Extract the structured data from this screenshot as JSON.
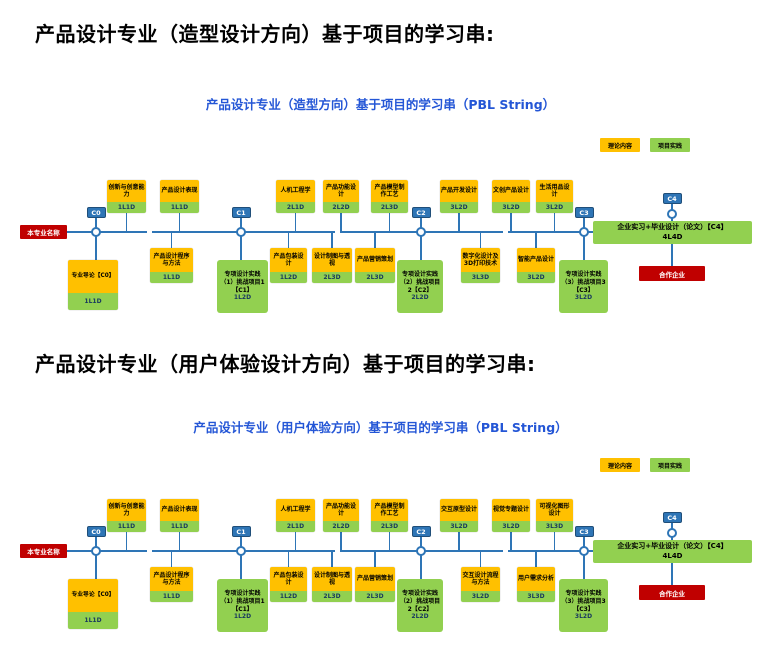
{
  "legend": {
    "theory": "理论内容",
    "practice": "项目实践"
  },
  "colors": {
    "theory_orange": "#FFC000",
    "practice_green": "#92D050",
    "line_blue": "#2E75B6",
    "accent_red": "#C00000",
    "subtitle_blue": "#2456D6"
  },
  "diagrams": [
    {
      "heading": "产品设计专业（造型设计方向）基于项目的学习串:",
      "subtitle": "产品设计专业（造型方向）基于项目的学习串（PBL String）",
      "left_label": "本专业名称",
      "nodes": [
        "C0",
        "C1",
        "C2",
        "C3",
        "C4"
      ],
      "top_courses": [
        {
          "title": "创新与创意能力",
          "value": "1L1D"
        },
        {
          "title": "产品设计表现",
          "value": "1L1D"
        },
        {
          "title": "人机工程学",
          "value": "2L1D"
        },
        {
          "title": "产品功能设计",
          "value": "2L2D"
        },
        {
          "title": "产品模型制作工艺",
          "value": "2L3D"
        },
        {
          "title": "产品开发设计",
          "value": "3L2D"
        },
        {
          "title": "文创产品设计",
          "value": "3L2D"
        },
        {
          "title": "生活用品设计",
          "value": "3L2D"
        }
      ],
      "bottom_courses": [
        {
          "title": "产品设计程序与方法",
          "value": "1L1D"
        },
        {
          "title": "产品包装设计",
          "value": "1L2D"
        },
        {
          "title": "设计制图与透视",
          "value": "2L3D"
        },
        {
          "title": "产品营销策划",
          "value": "2L3D"
        },
        {
          "title": "数字化设计及3D打印技术",
          "value": "3L3D"
        },
        {
          "title": "智能产品设计",
          "value": "3L2D"
        }
      ],
      "intro": {
        "title": "专业导论【C0】",
        "value": "1L1D"
      },
      "practices": [
        {
          "title": "专项设计实践（1）挑战项目1【C1】",
          "value": "1L2D"
        },
        {
          "title": "专项设计实践（2）挑战项目2【C2】",
          "value": "2L2D"
        },
        {
          "title": "专项设计实践（3）挑战项目3【C3】",
          "value": "3L2D"
        }
      ],
      "internship": {
        "title": "企业实习+毕业设计（论文）【C4】",
        "value": "4L4D"
      },
      "partner": "合作企业"
    },
    {
      "heading": "产品设计专业（用户体验设计方向）基于项目的学习串:",
      "subtitle": "产品设计专业（用户体验方向）基于项目的学习串（PBL String）",
      "left_label": "本专业名称",
      "nodes": [
        "C0",
        "C1",
        "C2",
        "C3",
        "C4"
      ],
      "top_courses": [
        {
          "title": "创新与创意能力",
          "value": "1L1D"
        },
        {
          "title": "产品设计表现",
          "value": "1L1D"
        },
        {
          "title": "人机工程学",
          "value": "2L1D"
        },
        {
          "title": "产品功能设计",
          "value": "2L2D"
        },
        {
          "title": "产品模型制作工艺",
          "value": "2L3D"
        },
        {
          "title": "交互原型设计",
          "value": "3L2D"
        },
        {
          "title": "视觉专题设计",
          "value": "3L2D"
        },
        {
          "title": "可视化图形设计",
          "value": "3L3D"
        }
      ],
      "bottom_courses": [
        {
          "title": "产品设计程序与方法",
          "value": "1L1D"
        },
        {
          "title": "产品包装设计",
          "value": "1L2D"
        },
        {
          "title": "设计制图与透视",
          "value": "2L3D"
        },
        {
          "title": "产品营销策划",
          "value": "2L3D"
        },
        {
          "title": "交互设计流程与方法",
          "value": "3L2D"
        },
        {
          "title": "用户需求分析",
          "value": "3L3D"
        }
      ],
      "intro": {
        "title": "专业导论【C0】",
        "value": "1L1D"
      },
      "practices": [
        {
          "title": "专项设计实践（1）挑战项目1【C1】",
          "value": "1L2D"
        },
        {
          "title": "专项设计实践（2）挑战项目2【C2】",
          "value": "2L2D"
        },
        {
          "title": "专项设计实践（3）挑战项目3【C3】",
          "value": "3L2D"
        }
      ],
      "internship": {
        "title": "企业实习+毕业设计（论文）【C4】",
        "value": "4L4D"
      },
      "partner": "合作企业"
    }
  ]
}
